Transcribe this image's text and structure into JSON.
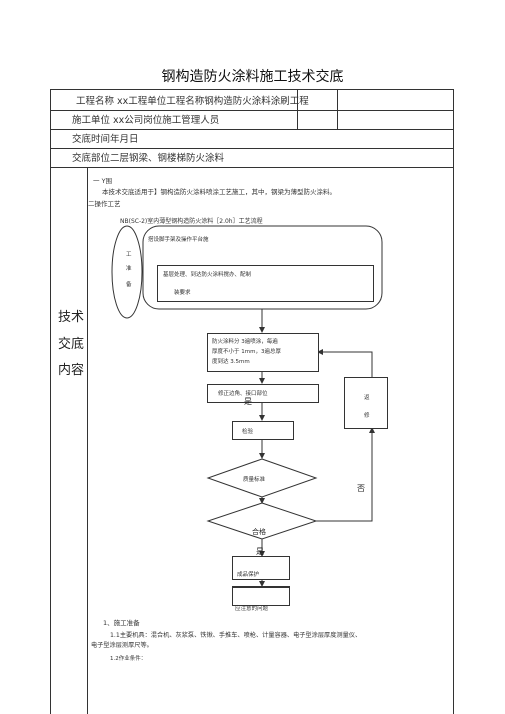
{
  "title": "钢构造防火涂料施工技术交底",
  "header_rows": {
    "row1": "工程名称 xx工程单位工程名称钢构造防火涂料涂刷工程",
    "row2": "施工单位 xx公司岗位施工管理人员",
    "row3": "交底时间年月日",
    "row4": "交底部位二层钢梁、钢楼梯防火涂料"
  },
  "side_label": [
    "技术",
    "交底",
    "内容"
  ],
  "intro": {
    "line1": "一 Y围",
    "line2": "本技术交底适用于】钢构造防火涂料喷涂工艺施工，其中，钢梁为薄型防火涂料。",
    "line3": "二操作工艺",
    "flow_title": "NB(SC-2)室内薄型钢构造防火涂料［2.0h］工艺流程"
  },
  "flow": {
    "prep_title": "搭设脚手架及操作平台施",
    "prep_side": [
      "工",
      "准",
      "备"
    ],
    "base_box": [
      "基层处理、到达防火涂料搅办、配制",
      "装要求"
    ],
    "spray_box": [
      "防火涂料分 3遍喷涂，每遍",
      "厚度不小于 1mm，3遍总厚",
      "度到达 3.5mm"
    ],
    "trim_box": "修正边角、接口部位",
    "trim_overlay": "是",
    "inspect_box": "检验",
    "quality_diamond": "质量标准",
    "repair_box": [
      "返",
      "修"
    ],
    "no_label": "否",
    "pass_label": "合格",
    "yes_label": "是",
    "finish_box": "成品保护",
    "notes_box": "应注意的问题"
  },
  "body": {
    "s1": "1、施工准备",
    "s11": "1.1主要机具：混合机、灰浆泵、铁锹、手推车、喷枪、计量容器、电子型涂层厚度测量仪、",
    "s11b": "电子型涂层测厚尺等。",
    "s12": "1.2作业条件："
  }
}
